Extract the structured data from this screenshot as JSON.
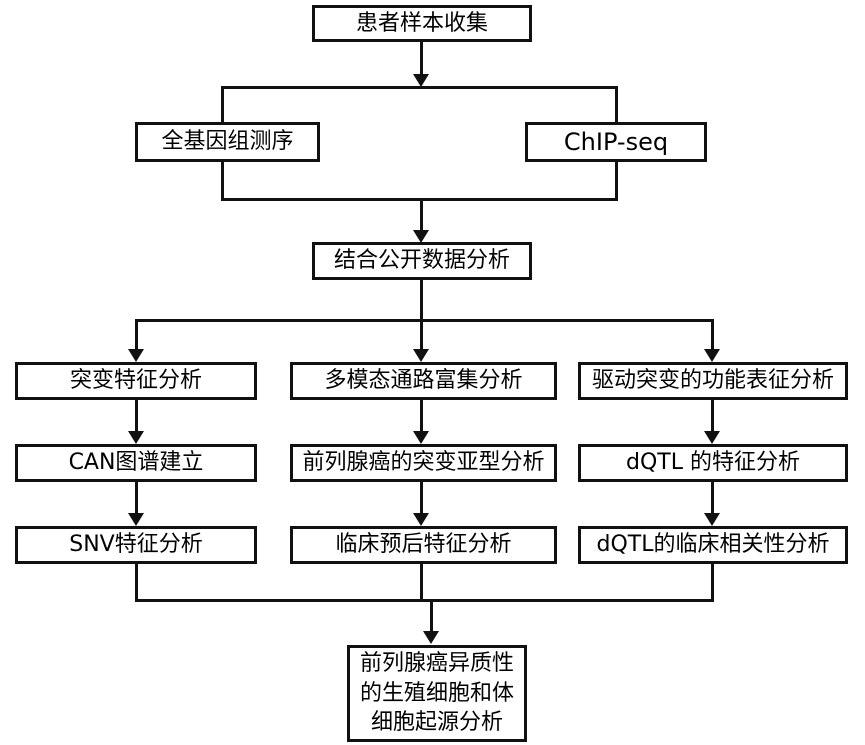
{
  "diagram": {
    "type": "flowchart",
    "background_color": "#ffffff",
    "line_color": "#111111",
    "box_border_color": "#111111",
    "text_color": "#000000",
    "nodes": [
      {
        "id": "patient-sample-collection",
        "label": "患者样本收集"
      },
      {
        "id": "whole-genome-sequencing",
        "label": "全基因组测序"
      },
      {
        "id": "chip-seq",
        "label": "ChIP-seq"
      },
      {
        "id": "combined-public-data-analysis",
        "label": "结合公开数据分析"
      },
      {
        "id": "mutation-signature-analysis",
        "label": "突变特征分析"
      },
      {
        "id": "multimodal-pathway-enrichment-analysis",
        "label": "多模态通路富集分析"
      },
      {
        "id": "driver-mutation-functional-characterization",
        "label": "驱动突变的功能表征分析"
      },
      {
        "id": "can-atlas-construction",
        "label": "CAN图谱建立"
      },
      {
        "id": "prostate-cancer-mutation-subtype-analysis",
        "label": "前列腺癌的突变亚型分析"
      },
      {
        "id": "dqtl-signature-analysis",
        "label": "dQTL 的特征分析"
      },
      {
        "id": "snv-signature-analysis",
        "label": "SNV特征分析"
      },
      {
        "id": "clinical-prognosis-signature-analysis",
        "label": "临床预后特征分析"
      },
      {
        "id": "dqtl-clinical-correlation-analysis",
        "label": "dQTL的临床相关性分析"
      },
      {
        "id": "germline-somatic-origin-analysis",
        "label": "前列腺癌异质性\n的生殖细胞和体\n细胞起源分析"
      }
    ],
    "edges": [
      {
        "from": "patient-sample-collection",
        "to": "whole-genome-sequencing"
      },
      {
        "from": "patient-sample-collection",
        "to": "chip-seq"
      },
      {
        "from": "whole-genome-sequencing",
        "to": "combined-public-data-analysis"
      },
      {
        "from": "chip-seq",
        "to": "combined-public-data-analysis"
      },
      {
        "from": "combined-public-data-analysis",
        "to": "mutation-signature-analysis"
      },
      {
        "from": "combined-public-data-analysis",
        "to": "multimodal-pathway-enrichment-analysis"
      },
      {
        "from": "combined-public-data-analysis",
        "to": "driver-mutation-functional-characterization"
      },
      {
        "from": "mutation-signature-analysis",
        "to": "can-atlas-construction"
      },
      {
        "from": "can-atlas-construction",
        "to": "snv-signature-analysis"
      },
      {
        "from": "multimodal-pathway-enrichment-analysis",
        "to": "prostate-cancer-mutation-subtype-analysis"
      },
      {
        "from": "prostate-cancer-mutation-subtype-analysis",
        "to": "clinical-prognosis-signature-analysis"
      },
      {
        "from": "driver-mutation-functional-characterization",
        "to": "dqtl-signature-analysis"
      },
      {
        "from": "dqtl-signature-analysis",
        "to": "dqtl-clinical-correlation-analysis"
      },
      {
        "from": "snv-signature-analysis",
        "to": "germline-somatic-origin-analysis"
      },
      {
        "from": "clinical-prognosis-signature-analysis",
        "to": "germline-somatic-origin-analysis"
      },
      {
        "from": "dqtl-clinical-correlation-analysis",
        "to": "germline-somatic-origin-analysis"
      }
    ]
  }
}
